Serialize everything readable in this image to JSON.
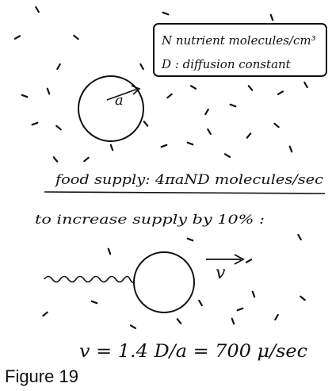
{
  "legend": {
    "line1": "N nutrient molecules/cm³",
    "line2": "D : diffusion constant"
  },
  "radius_label": "a",
  "food_supply": "food supply:  4πaND molecules/sec",
  "increase_text": "to increase supply by 10% :",
  "velocity_label": "v",
  "equation": "v = 1.4 D/a = 700 μ/sec",
  "caption": "Figure 19"
}
